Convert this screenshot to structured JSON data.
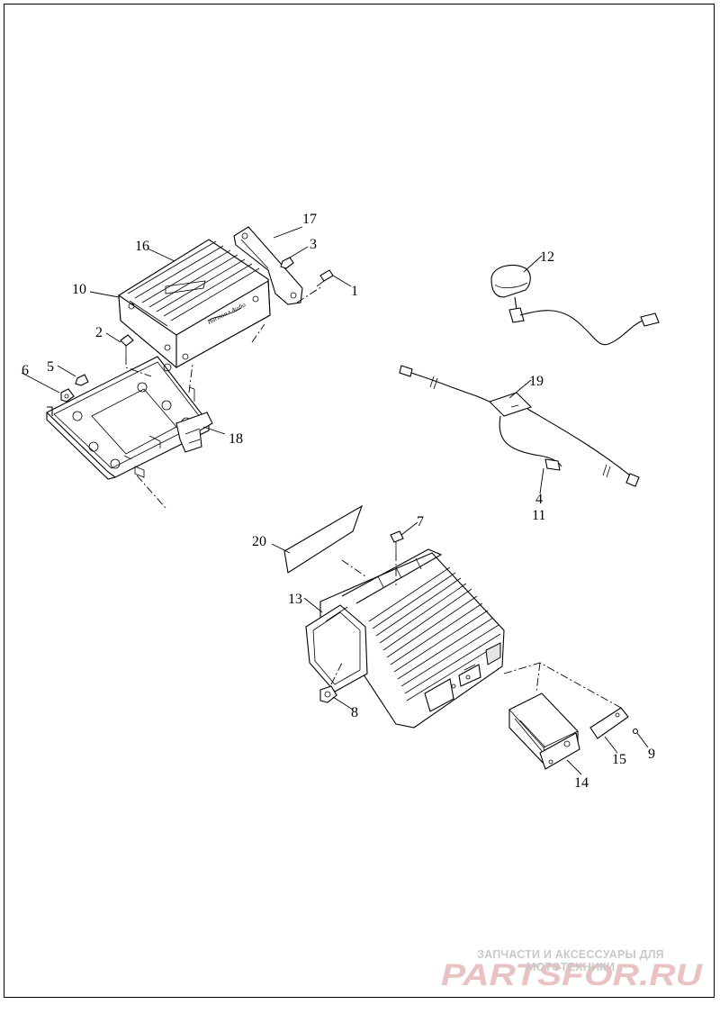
{
  "callouts": {
    "c1": "1",
    "c2": "2",
    "c3": "3",
    "c4": "4",
    "c5": "5",
    "c6": "6",
    "c7": "7",
    "c8": "8",
    "c9": "9",
    "c10": "10",
    "c11": "11",
    "c12": "12",
    "c13": "13",
    "c14": "14",
    "c15": "15",
    "c16": "16",
    "c17": "17",
    "c18": "18",
    "c19": "19",
    "c20": "20"
  },
  "watermark": {
    "line1": "ЗАПЧАСТИ И АКСЕССУАРЫ ДЛЯ МОТОТЕХНИКИ",
    "logo_text": "PARTSFOR.RU"
  },
  "colors": {
    "line": "#000000",
    "watermark_red": "#e9c2c2",
    "watermark_gray": "#c9c9c9"
  }
}
